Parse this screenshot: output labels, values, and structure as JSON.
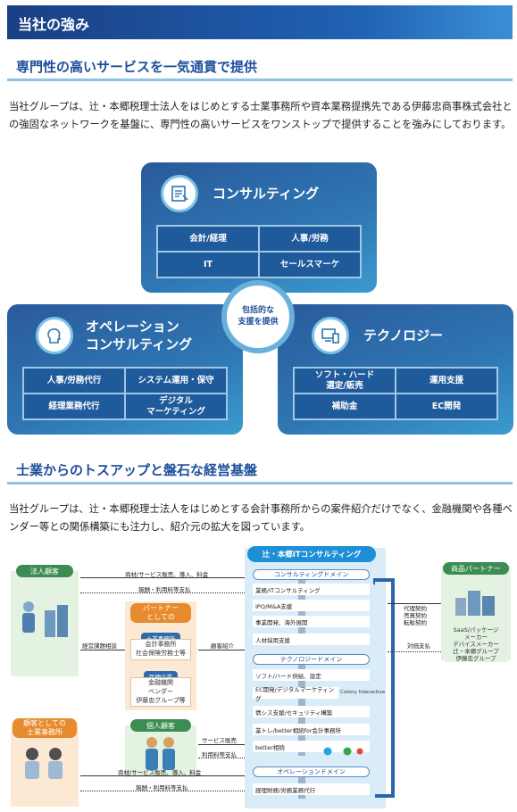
{
  "banner": {
    "title": "当社の強み"
  },
  "section1": {
    "title": "専門性の高いサービスを一気通貫で提供",
    "paragraph": "当社グループは、辻・本郷税理士法人をはじめとする士業事務所や資本業務提携先である伊藤忠商事株式会社との強固なネットワークを基盤に、専門性の高いサービスをワンストップで提供することを強みにしております。"
  },
  "hub": {
    "line1": "包括的な",
    "line2": "支援を提供"
  },
  "pillars": {
    "consulting": {
      "title": "コンサルティング",
      "icon": "document-chart-icon",
      "cells": [
        "会計/経理",
        "人事/労務",
        "IT",
        "セールスマーケ"
      ]
    },
    "operation": {
      "title_line1": "オペレーション",
      "title_line2": "コンサルティング",
      "icon": "person-head-icon",
      "cells": [
        "人事/労務代行",
        "システム運用・保守",
        "経理業務代行",
        "デジタル\nマーケティング"
      ]
    },
    "technology": {
      "title": "テクノロジー",
      "icon": "devices-icon",
      "cells": [
        "ソフト・ハード\n選定/販売",
        "運用支援",
        "補助金",
        "EC開発"
      ]
    }
  },
  "section2": {
    "title": "士業からのトスアップと盤石な経営基盤",
    "paragraph": "当社グループは、辻・本郷税理士法人をはじめとする会計事務所からの案件紹介だけでなく、金融機関や各種ベンダー等との関係構築にも注力し、紹介元の拡大を図っています。"
  },
  "diagram": {
    "corp_client": "法人顧客",
    "customer_firms": "顧客としての\n士業事務所",
    "partner": {
      "title": "パートナー\nとしての",
      "shigyo_tag": "士業事務所",
      "shigyo_body": "会計事務所\n社会保険労務士等",
      "private_tag": "民間企業",
      "private_body": "金融機関\nベンダー\n伊藤忠グループ等"
    },
    "individual": "個人顧客",
    "product_partner": "商品パートナー",
    "product_partner_body": "SaaS/パッケージ\nメーカー\nデバイスメーカー\n辻・本郷グループ\n伊藤忠グループ",
    "it_head": "辻・本郷ITコンサルティング",
    "consulting_domain": "コンサルティングドメイン",
    "consulting_items": [
      "業務/ITコンサルティング",
      "IPO/M&A支援",
      "事業開発、海外展開",
      "人材採用支援"
    ],
    "tech_domain": "テクノロジードメイン",
    "tech_items": [
      "ソフト/ハード供給、設定",
      "EC開発/デジタルマーケティング",
      "情シス支援/セキュリティ構築",
      "業トレ/better相続for会計事務所",
      "better相続"
    ],
    "colony": "Colony Interactive",
    "operation_domain": "オペレーションドメイン",
    "operation_items": [
      "経理財務/労務業務代行"
    ],
    "labels": {
      "sales_top": "商材/サービス販売、導入、料金",
      "fee_top": "報酬・利用料等支払",
      "consult": "経営課題相談",
      "referral": "顧客紹介",
      "agency": "代理契約\n売買契約\n転販契約",
      "price": "対価支払",
      "service_sales": "サービス販売",
      "usage_fee": "利用料等支払",
      "sales_bottom": "商材/サービス販売、導入、料金",
      "fee_bottom": "報酬・利用料等支払"
    }
  },
  "colors": {
    "brand": "#1d4f9b",
    "accent": "#3a9bcf",
    "green": "#3c8c53",
    "orange": "#e88b2e"
  }
}
